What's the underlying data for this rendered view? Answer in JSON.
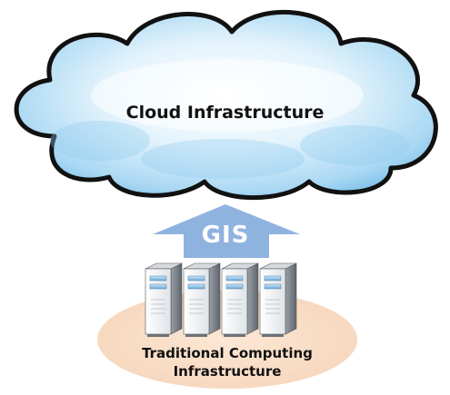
{
  "cloud": {
    "label": "Cloud Infrastructure"
  },
  "arrow": {
    "label": "GIS"
  },
  "base": {
    "label_line1": "Traditional Computing",
    "label_line2": "Infrastructure",
    "server_count": 4
  },
  "colors": {
    "cloud_fill_light": "#f4fbff",
    "cloud_fill_mid": "#bfe3f7",
    "cloud_fill_dark": "#7fc3ea",
    "cloud_outline": "#111111",
    "arrow": "#8fb3df",
    "base_ellipse": "#fbe3cf",
    "server_body": "#f2f4f6",
    "server_side": "#b9bec4",
    "server_bay": "#8fc0e6"
  }
}
